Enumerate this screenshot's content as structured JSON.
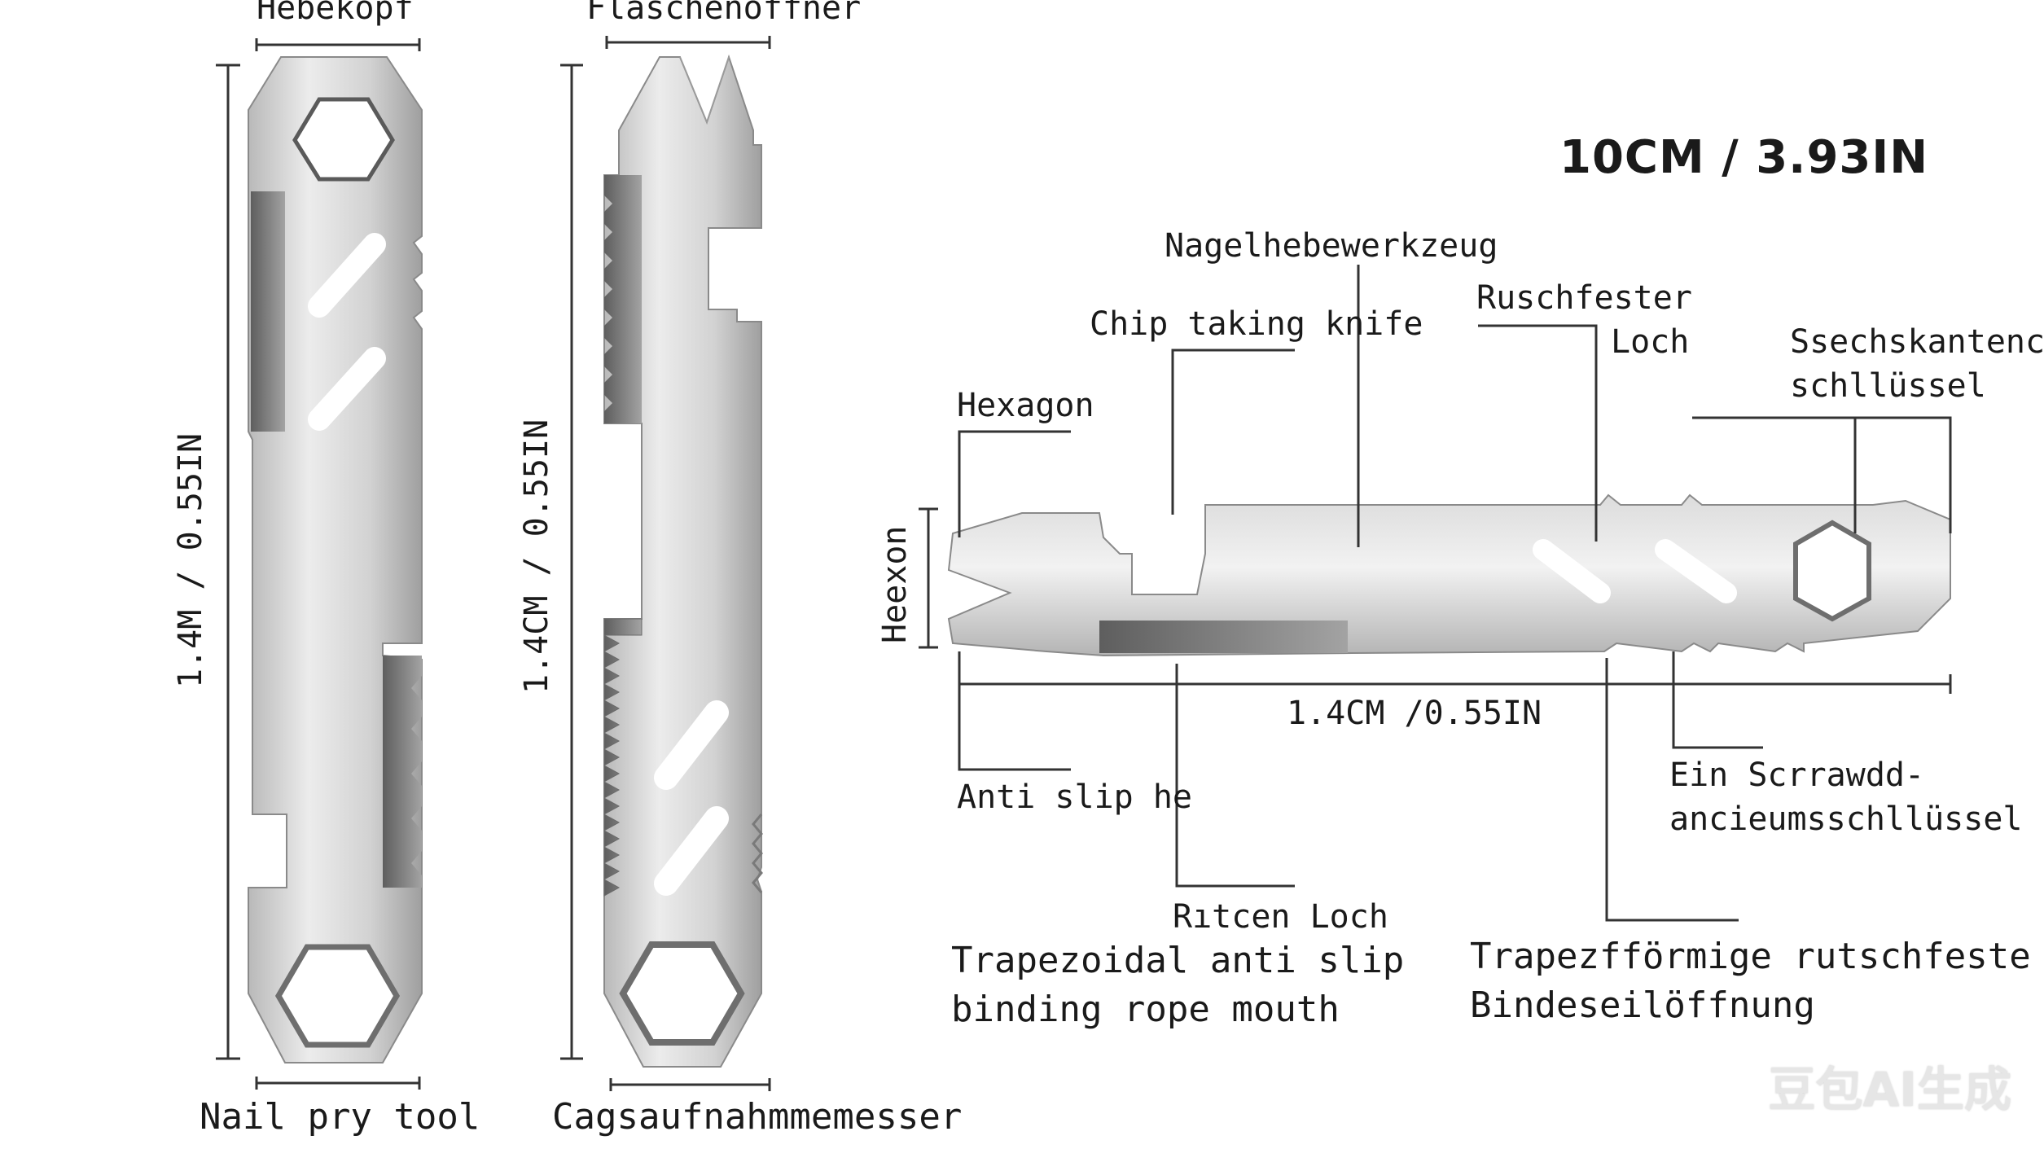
{
  "labels": {
    "hebekopf": "Hebekopf",
    "flaschenoffner": "Flaschenöffner",
    "dim_vertical_left": "1.4M / 0.55IN",
    "dim_vertical_mid": "1.4CM / 0.55IN",
    "nail_pry_tool": "Nail pry tool",
    "cagsaufnahme": "Cagsaufnahmmemesser",
    "length_dim": "10CM / 3.93IN",
    "nagelhebe": "Nagelhebewerkzeug",
    "chip_knife": "Chip taking knife",
    "ruschfester": "Ruschfester",
    "loch": "Loch",
    "sechskant_1": "Ssechskantencc",
    "sechskant_2": "schllüssel",
    "hexagon": "Hexagon",
    "heexon": "Heexon",
    "width_dim": "1.4CM /0.55IN",
    "anti_slip": "Anti slip he",
    "screw_1": "Ein Scrrawdd-",
    "screw_2": "ancieumsschllüssel",
    "ritcen_loch": "Rıtcen Loch",
    "trap_en_1": "Trapezoidal anti slip",
    "trap_en_2": "binding rope mouth",
    "trap_de_1": "Trapezfförmige rutschfeste",
    "trap_de_2": "Bindeseilöffnung"
  },
  "watermark": "豆包AI生成",
  "colors": {
    "steel_light": "#e9e9e9",
    "steel_mid": "#c4c4c4",
    "steel_dark": "#7a7a7a",
    "line": "#333333",
    "text": "#1a1a1a"
  }
}
